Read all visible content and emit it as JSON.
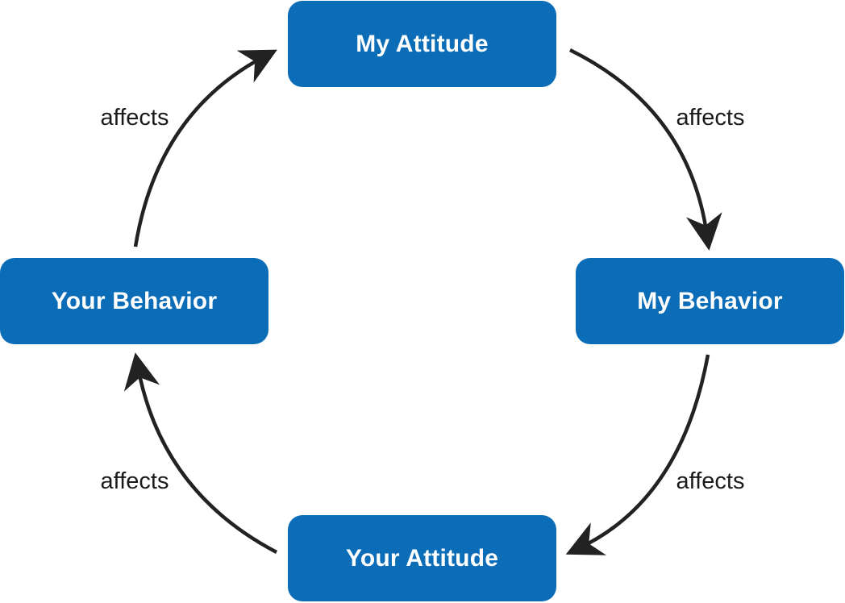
{
  "colors": {
    "node_fill": "#0b6db7",
    "node_text": "#ffffff",
    "arrow": "#222222",
    "label_text": "#1a1a1a",
    "background": "#ffffff"
  },
  "nodes": {
    "my_attitude": "My Attitude",
    "my_behavior": "My Behavior",
    "your_attitude": "Your Attitude",
    "your_behavior": "Your Behavior"
  },
  "edges": [
    {
      "from": "My Attitude",
      "to": "My Behavior",
      "label": "affects"
    },
    {
      "from": "My Behavior",
      "to": "Your Attitude",
      "label": "affects"
    },
    {
      "from": "Your Attitude",
      "to": "Your Behavior",
      "label": "affects"
    },
    {
      "from": "Your Behavior",
      "to": "My Attitude",
      "label": "affects"
    }
  ]
}
